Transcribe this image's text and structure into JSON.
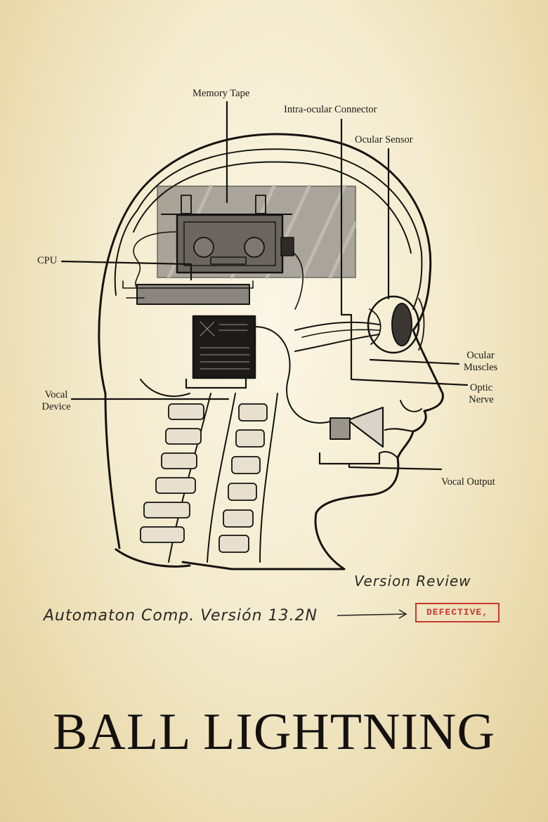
{
  "labels": {
    "memory_tape": "Memory Tape",
    "intra_ocular_connector": "Intra-ocular Connector",
    "ocular_sensor": "Ocular Sensor",
    "cpu": "CPU",
    "vocal_device_line1": "Vocal",
    "vocal_device_line2": "Device",
    "ocular_muscles_line1": "Ocular",
    "ocular_muscles_line2": "Muscles",
    "optic_nerve_line1": "Optic",
    "optic_nerve_line2": "Nerve",
    "vocal_output": "Vocal Output"
  },
  "annotation": {
    "version_review": "Version Review",
    "automaton_version": "Automaton Comp. Versión 13.2N",
    "stamp": "DEFECTIVE,"
  },
  "title": "BALL LIGHTNING",
  "colors": {
    "ink": "#141210",
    "stamp_red": "#c8382e",
    "panel_gray": "#8f8b84"
  }
}
